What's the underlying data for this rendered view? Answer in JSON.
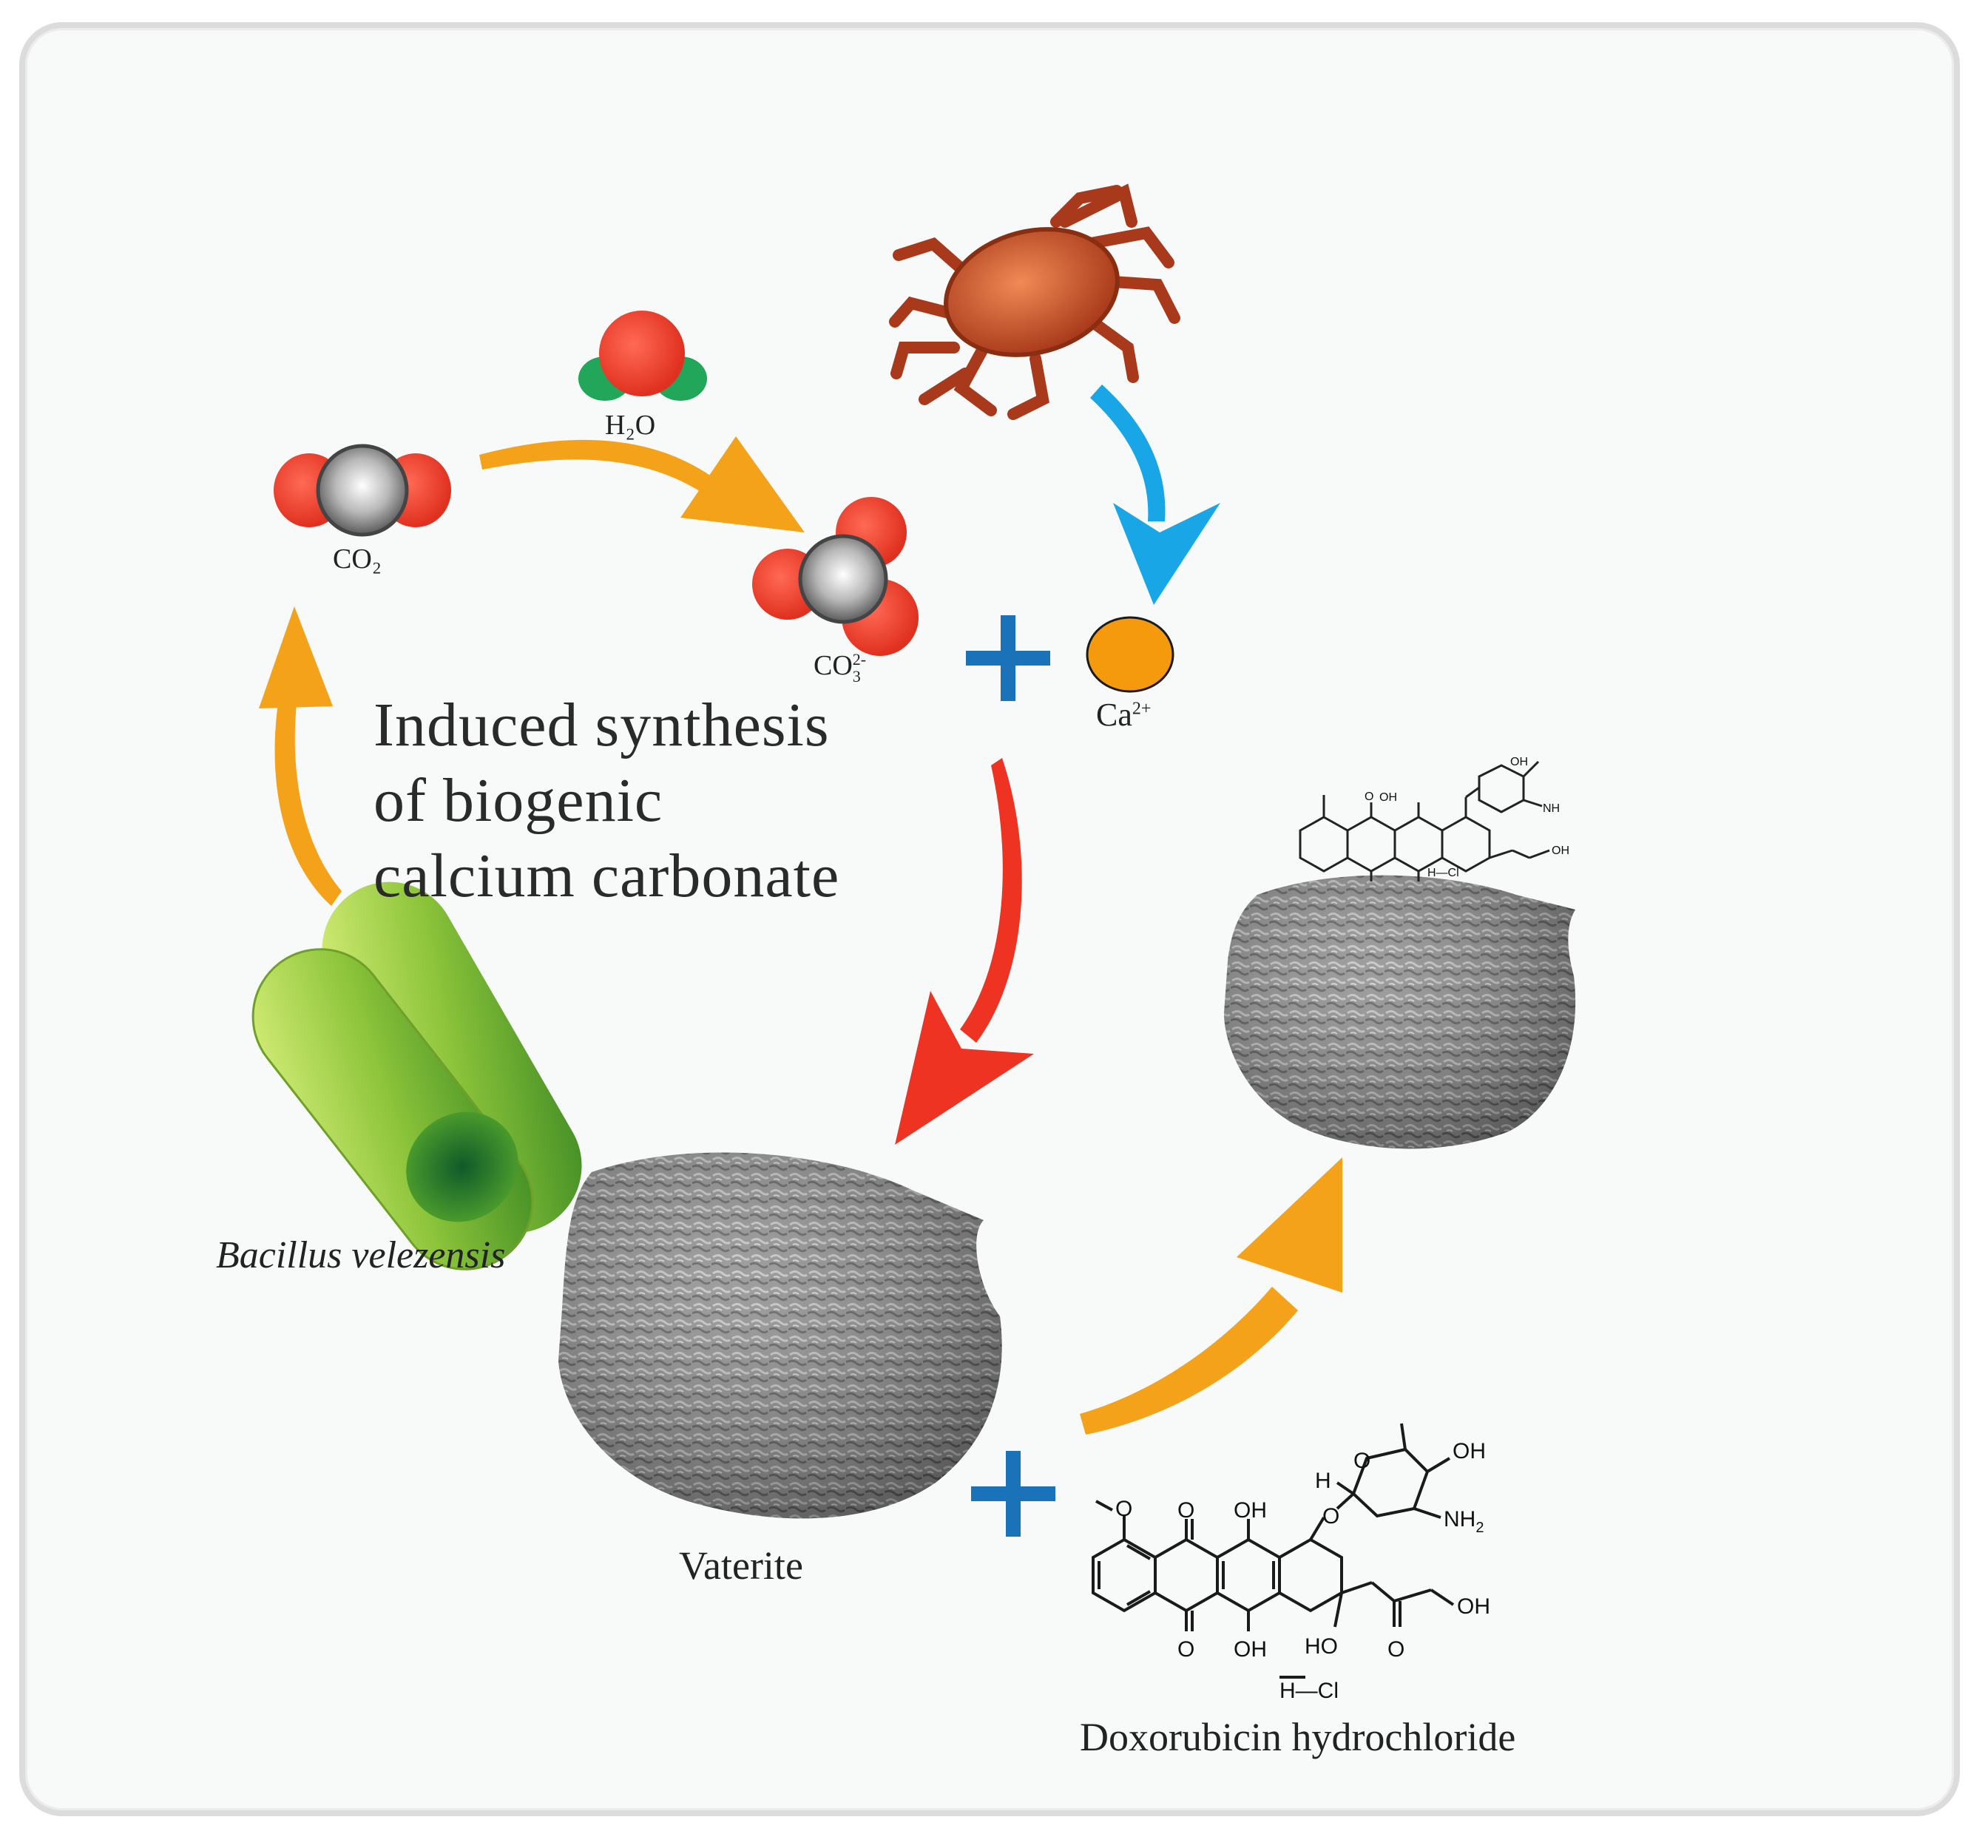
{
  "labels": {
    "title_line1": "Induced synthesis",
    "title_line2": "of  biogenic",
    "title_line3": "calcium carbonate",
    "bacterium": "Bacillus velezensis",
    "h2o": "H₂O",
    "co2": "CO₂",
    "co3": "CO",
    "co3_sub": "3",
    "co3_sup": "2-",
    "ca": "Ca",
    "ca_sup": "2+",
    "vaterite": "Vaterite",
    "drug": "Doxorubicin hydrochloride"
  },
  "structure_text": {
    "oh": "OH",
    "o": "O",
    "h": "H",
    "nh2": "NH",
    "nh2_sub": "2",
    "hcl": "H—Cl",
    "ho": "HO"
  },
  "colors": {
    "orange_arrow": "#f5a21b",
    "blue_arrow": "#19a6e6",
    "red_arrow": "#ee3322",
    "plus": "#1a72b8",
    "oxygen": "#ea3a2a",
    "hydrogen": "#22a65a",
    "carbon": "#8a8a8a",
    "calcium": "#f59a0c",
    "bacterium": "#8cc43a",
    "crab": "#c4532a"
  }
}
